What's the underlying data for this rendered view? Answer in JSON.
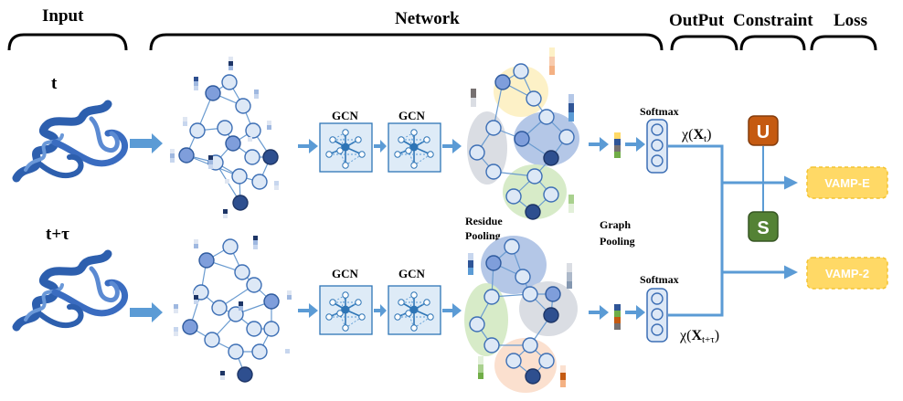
{
  "headers": {
    "input": "Input",
    "network": "Network",
    "output": "OutPut",
    "constraint": "Constraint",
    "loss": "Loss"
  },
  "time_labels": {
    "top": "t",
    "bottom": "t+τ"
  },
  "gcn_label": "GCN",
  "residue_pooling": {
    "line1": "Residue",
    "line2": "Pooling"
  },
  "graph_pooling": {
    "line1": "Graph",
    "line2": "Pooling"
  },
  "softmax_label": "Softmax",
  "chi_top": {
    "chi": "χ",
    "open": "(",
    "x": "X",
    "sub": "t",
    "close": ")"
  },
  "chi_bottom": {
    "chi": "χ",
    "open": "(",
    "x": "X",
    "sub": "t+τ",
    "close": ")"
  },
  "constraint_badges": {
    "u": "U",
    "s": "S"
  },
  "losses": {
    "vamp_e": "VAMP-E",
    "vamp_2": "VAMP-2"
  },
  "colors": {
    "flow_blue": "#5b9bd5",
    "u_badge": "#c55a11",
    "s_badge": "#548235",
    "loss_box": "#ffd966",
    "cluster_yellow": "#fdf1c7",
    "cluster_blue": "#b4c7e7",
    "cluster_green": "#d7ebc8",
    "cluster_orange": "#fbe0cf",
    "cluster_gray": "#dadde3"
  }
}
